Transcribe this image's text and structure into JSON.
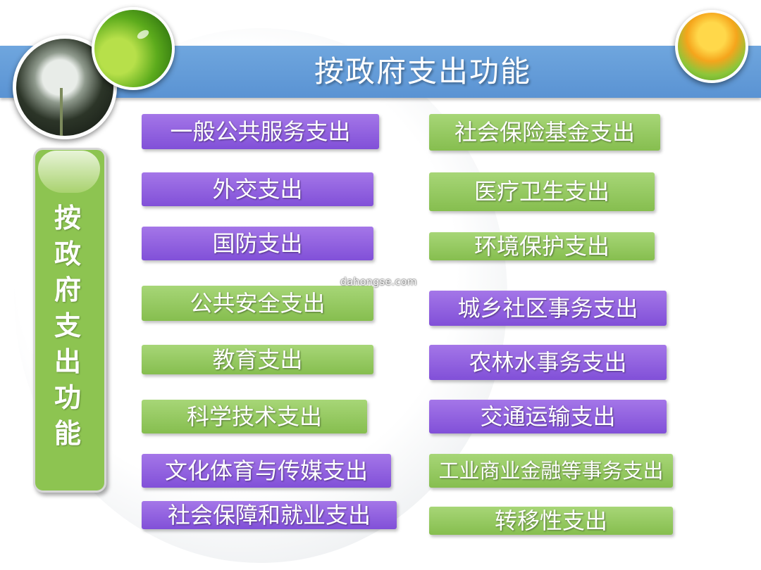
{
  "title": "按政府支出功能",
  "side_label": "按政府支出功能",
  "left_items": [
    "一般公共服务支出",
    "外交支出",
    "国防支出",
    "公共安全支出",
    "教育支出",
    "科学技术支出",
    "文化体育与传媒支出",
    "社会保障和就业支出"
  ],
  "right_items": [
    "社会保险基金支出",
    "医疗卫生支出",
    "环境保护支出",
    "城乡社区事务支出",
    "农林水事务支出",
    "交通运输支出",
    "工业商业金融等事务支出",
    "转移性支出"
  ],
  "watermark": "dahongse.com",
  "colors": {
    "title_band": "#5a93d3",
    "purple_box": "#8a5ddc",
    "green_box": "#8dc451"
  }
}
